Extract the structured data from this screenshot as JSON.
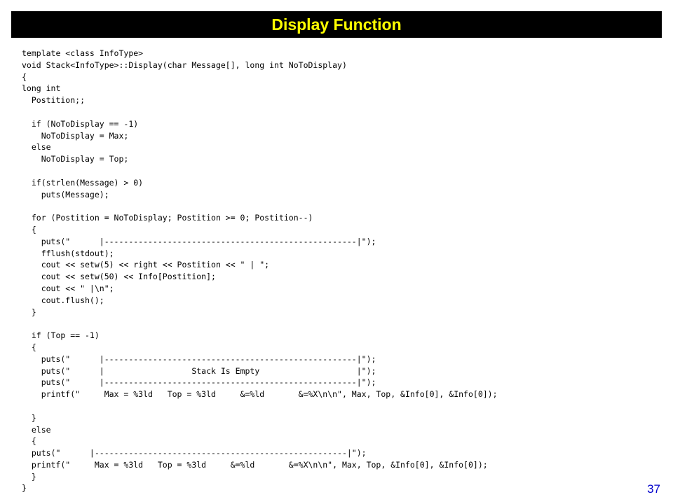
{
  "colors": {
    "title_background": "#000000",
    "title_text": "#FFFF00",
    "code_text": "#000000",
    "page_number": "#0000CC"
  },
  "slide": {
    "title": "Display Function",
    "page_number": "37"
  },
  "code": {
    "lines": [
      "template <class InfoType>",
      "void Stack<InfoType>::Display(char Message[], long int NoToDisplay)",
      "{",
      "long int",
      "  Postition;;",
      "",
      "  if (NoToDisplay == -1)",
      "    NoToDisplay = Max;",
      "  else",
      "    NoToDisplay = Top;",
      "",
      "  if(strlen(Message) > 0)",
      "    puts(Message);",
      "",
      "  for (Postition = NoToDisplay; Postition >= 0; Postition--)",
      "  {",
      "    puts(\"      |----------------------------------------------------|\");",
      "    fflush(stdout);",
      "    cout << setw(5) << right << Postition << \" | \";",
      "    cout << setw(50) << Info[Postition];",
      "    cout << \" |\\n\";",
      "    cout.flush();",
      "  }",
      "",
      "  if (Top == -1)",
      "  {",
      "    puts(\"      |----------------------------------------------------|\");",
      "    puts(\"      |                  Stack Is Empty                    |\");",
      "    puts(\"      |----------------------------------------------------|\");",
      "    printf(\"     Max = %3ld   Top = %3ld     &=%ld       &=%X\\n\\n\", Max, Top, &Info[0], &Info[0]);",
      "",
      "  }",
      "  else",
      "  {",
      "  puts(\"      |----------------------------------------------------|\");",
      "  printf(\"     Max = %3ld   Top = %3ld     &=%ld       &=%X\\n\\n\", Max, Top, &Info[0], &Info[0]);",
      "  }",
      "}"
    ]
  }
}
